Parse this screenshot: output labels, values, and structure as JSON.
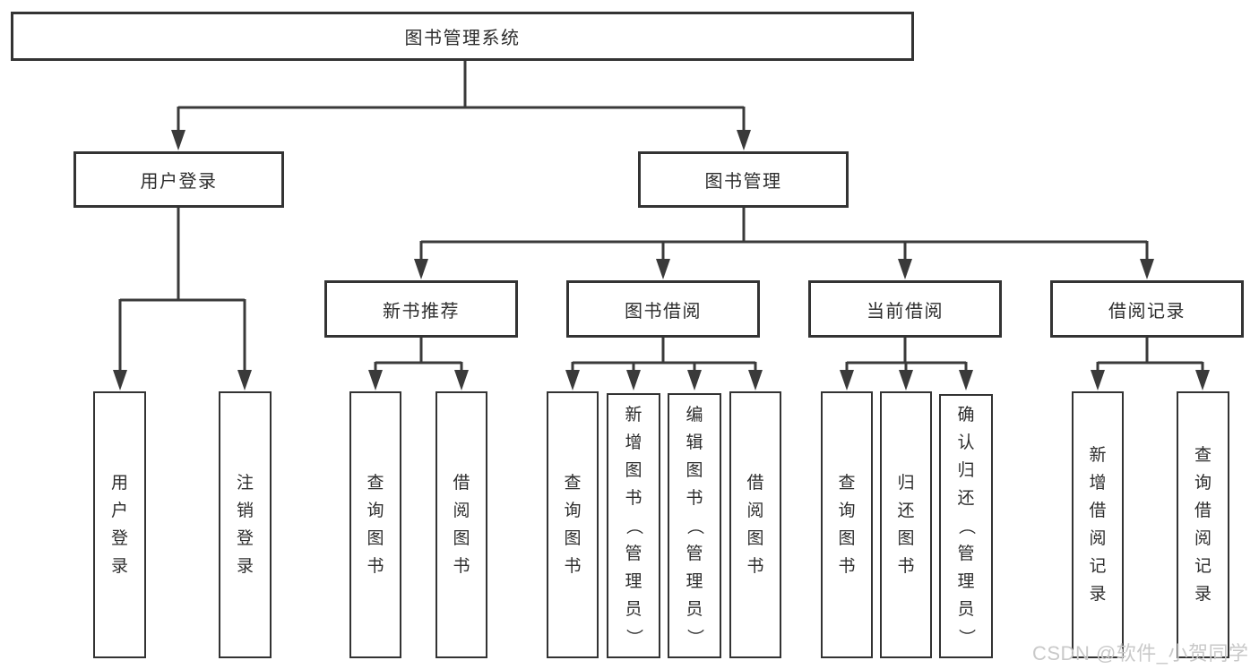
{
  "tree": {
    "root": {
      "label": "图书管理系统"
    },
    "level2": [
      {
        "label": "用户登录"
      },
      {
        "label": "图书管理"
      }
    ],
    "level3": [
      {
        "label": "新书推荐"
      },
      {
        "label": "图书借阅"
      },
      {
        "label": "当前借阅"
      },
      {
        "label": "借阅记录"
      }
    ],
    "leaves": {
      "user": [
        "用户登录",
        "注销登录"
      ],
      "newbook": [
        "查询图书",
        "借阅图书"
      ],
      "borrow": [
        "查询图书",
        "新增图书（管理员）",
        "编辑图书（管理员）",
        "借阅图书"
      ],
      "current": [
        "查询图书",
        "归还图书",
        "确认归还（管理员）"
      ],
      "records": [
        "新增借阅记录",
        "查询借阅记录"
      ]
    }
  },
  "watermark": {
    "text": "CSDN @软件_小贺同学",
    "color": "#c9c9c9"
  },
  "colors": {
    "line": "#3a3a3a",
    "border": "#333333",
    "text": "#2d2d2d",
    "background": "#ffffff"
  }
}
